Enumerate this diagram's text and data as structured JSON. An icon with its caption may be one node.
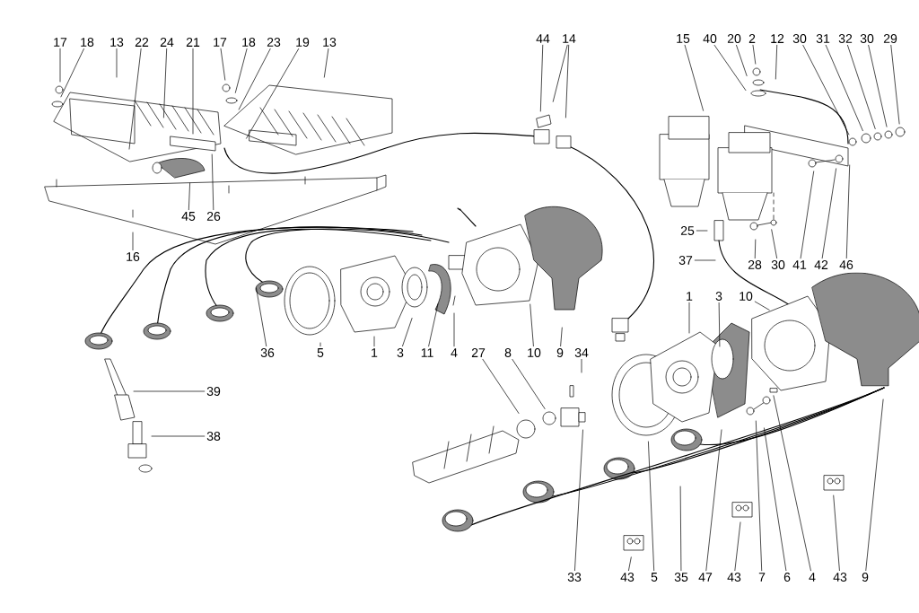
{
  "diagram": {
    "nodes": [
      {
        "text": [
          "17"
        ]
      },
      {
        "text": [
          "18"
        ]
      },
      {
        "text": [
          "13"
        ]
      },
      {
        "text": [
          "22"
        ]
      },
      {
        "text": [
          "24"
        ]
      },
      {
        "text": [
          "21"
        ]
      },
      {
        "text": [
          "17"
        ]
      },
      {
        "text": [
          "18"
        ]
      },
      {
        "text": [
          "23"
        ]
      },
      {
        "text": [
          "19"
        ]
      },
      {
        "text": [
          "13"
        ]
      },
      {
        "text": [
          "45"
        ]
      },
      {
        "text": [
          "26"
        ]
      },
      {
        "text": [
          "16"
        ]
      },
      {
        "text": [
          "44"
        ]
      },
      {
        "text": [
          "14"
        ]
      },
      {
        "text": [
          "15"
        ]
      },
      {
        "text": [
          "40"
        ]
      },
      {
        "text": [
          "20"
        ]
      },
      {
        "text": [
          "2"
        ]
      },
      {
        "text": [
          "12"
        ]
      },
      {
        "text": [
          "30"
        ]
      },
      {
        "text": [
          "31"
        ]
      },
      {
        "text": [
          "32"
        ]
      },
      {
        "text": [
          "30"
        ]
      },
      {
        "text": [
          "29"
        ]
      },
      {
        "text": [
          "25"
        ]
      },
      {
        "text": [
          "37"
        ]
      },
      {
        "text": [
          "28"
        ]
      },
      {
        "text": [
          "30"
        ]
      },
      {
        "text": [
          "41"
        ]
      },
      {
        "text": [
          "42"
        ]
      },
      {
        "text": [
          "46"
        ]
      },
      {
        "text": [
          "36"
        ]
      },
      {
        "text": [
          "5"
        ]
      },
      {
        "text": [
          "1"
        ]
      },
      {
        "text": [
          "3"
        ]
      },
      {
        "text": [
          "11"
        ]
      },
      {
        "text": [
          "4"
        ]
      },
      {
        "text": [
          "27"
        ]
      },
      {
        "text": [
          "8"
        ]
      },
      {
        "text": [
          "10"
        ]
      },
      {
        "text": [
          "9"
        ]
      },
      {
        "text": [
          "34"
        ]
      },
      {
        "text": [
          "39"
        ]
      },
      {
        "text": [
          "38"
        ]
      },
      {
        "text": [
          "1"
        ]
      },
      {
        "text": [
          "3"
        ]
      },
      {
        "text": [
          "10"
        ]
      },
      {
        "text": [
          "33"
        ]
      },
      {
        "text": [
          "43"
        ]
      },
      {
        "text": [
          "5"
        ]
      },
      {
        "text": [
          "35"
        ]
      },
      {
        "text": [
          "47"
        ]
      },
      {
        "text": [
          "43"
        ]
      },
      {
        "text": [
          "7"
        ]
      },
      {
        "text": [
          "6"
        ]
      },
      {
        "text": [
          "4"
        ]
      },
      {
        "text": [
          "43"
        ]
      },
      {
        "text": [
          "9"
        ]
      }
    ],
    "edges": [
      {
        "from": 0,
        "to": null,
        "arrow": "none"
      },
      {
        "from": 1,
        "to": null,
        "arrow": "none"
      },
      {
        "from": 2,
        "to": null,
        "arrow": "none"
      },
      {
        "from": 3,
        "to": null,
        "arrow": "none"
      },
      {
        "from": 4,
        "to": null,
        "arrow": "none"
      },
      {
        "from": 5,
        "to": null,
        "arrow": "none"
      },
      {
        "from": 6,
        "to": null,
        "arrow": "none"
      },
      {
        "from": 7,
        "to": null,
        "arrow": "none"
      },
      {
        "from": 8,
        "to": null,
        "arrow": "none"
      },
      {
        "from": 9,
        "to": null,
        "arrow": "none"
      },
      {
        "from": 10,
        "to": null,
        "arrow": "none"
      },
      {
        "from": 11,
        "to": null,
        "arrow": "none"
      },
      {
        "from": 12,
        "to": null,
        "arrow": "none"
      },
      {
        "from": 13,
        "to": null,
        "arrow": "none"
      },
      {
        "from": 14,
        "to": null,
        "arrow": "none"
      },
      {
        "from": 15,
        "to": null,
        "arrow": "none"
      },
      {
        "from": 15,
        "to": null,
        "arrow": "none"
      },
      {
        "from": 16,
        "to": null,
        "arrow": "none"
      },
      {
        "from": 17,
        "to": null,
        "arrow": "none"
      },
      {
        "from": 18,
        "to": null,
        "arrow": "none"
      },
      {
        "from": 19,
        "to": null,
        "arrow": "none"
      },
      {
        "from": 20,
        "to": null,
        "arrow": "none"
      },
      {
        "from": 21,
        "to": null,
        "arrow": "none"
      },
      {
        "from": 22,
        "to": null,
        "arrow": "none"
      },
      {
        "from": 23,
        "to": null,
        "arrow": "none"
      },
      {
        "from": 24,
        "to": null,
        "arrow": "none"
      },
      {
        "from": 25,
        "to": null,
        "arrow": "none"
      },
      {
        "from": 26,
        "to": null,
        "arrow": "none"
      },
      {
        "from": 27,
        "to": null,
        "arrow": "none"
      },
      {
        "from": 28,
        "to": null,
        "arrow": "none"
      },
      {
        "from": 29,
        "to": null,
        "arrow": "none"
      },
      {
        "from": 30,
        "to": null,
        "arrow": "none"
      },
      {
        "from": 31,
        "to": null,
        "arrow": "none"
      },
      {
        "from": 32,
        "to": null,
        "arrow": "none"
      },
      {
        "from": 33,
        "to": null,
        "arrow": "none"
      },
      {
        "from": 34,
        "to": null,
        "arrow": "none"
      },
      {
        "from": 35,
        "to": null,
        "arrow": "none"
      },
      {
        "from": 36,
        "to": null,
        "arrow": "none"
      },
      {
        "from": 37,
        "to": null,
        "arrow": "none"
      },
      {
        "from": 38,
        "to": null,
        "arrow": "none"
      },
      {
        "from": 39,
        "to": null,
        "arrow": "none"
      },
      {
        "from": 40,
        "to": null,
        "arrow": "none"
      },
      {
        "from": 41,
        "to": null,
        "arrow": "none"
      },
      {
        "from": 42,
        "to": null,
        "arrow": "none"
      },
      {
        "from": 43,
        "to": null,
        "arrow": "none"
      },
      {
        "from": 44,
        "to": null,
        "arrow": "none"
      },
      {
        "from": 45,
        "to": null,
        "arrow": "none"
      },
      {
        "from": 46,
        "to": null,
        "arrow": "none"
      },
      {
        "from": 47,
        "to": null,
        "arrow": "none"
      },
      {
        "from": 48,
        "to": null,
        "arrow": "none"
      },
      {
        "from": 49,
        "to": null,
        "arrow": "none"
      },
      {
        "from": 50,
        "to": null,
        "arrow": "none"
      },
      {
        "from": 51,
        "to": null,
        "arrow": "none"
      },
      {
        "from": 52,
        "to": null,
        "arrow": "none"
      },
      {
        "from": 53,
        "to": null,
        "arrow": "none"
      },
      {
        "from": 54,
        "to": null,
        "arrow": "none"
      },
      {
        "from": 55,
        "to": null,
        "arrow": "none"
      },
      {
        "from": 56,
        "to": null,
        "arrow": "none"
      },
      {
        "from": 57,
        "to": null,
        "arrow": "none"
      },
      {
        "from": 58,
        "to": null,
        "arrow": "none"
      },
      {
        "from": 59,
        "to": null,
        "arrow": "none"
      }
    ]
  }
}
